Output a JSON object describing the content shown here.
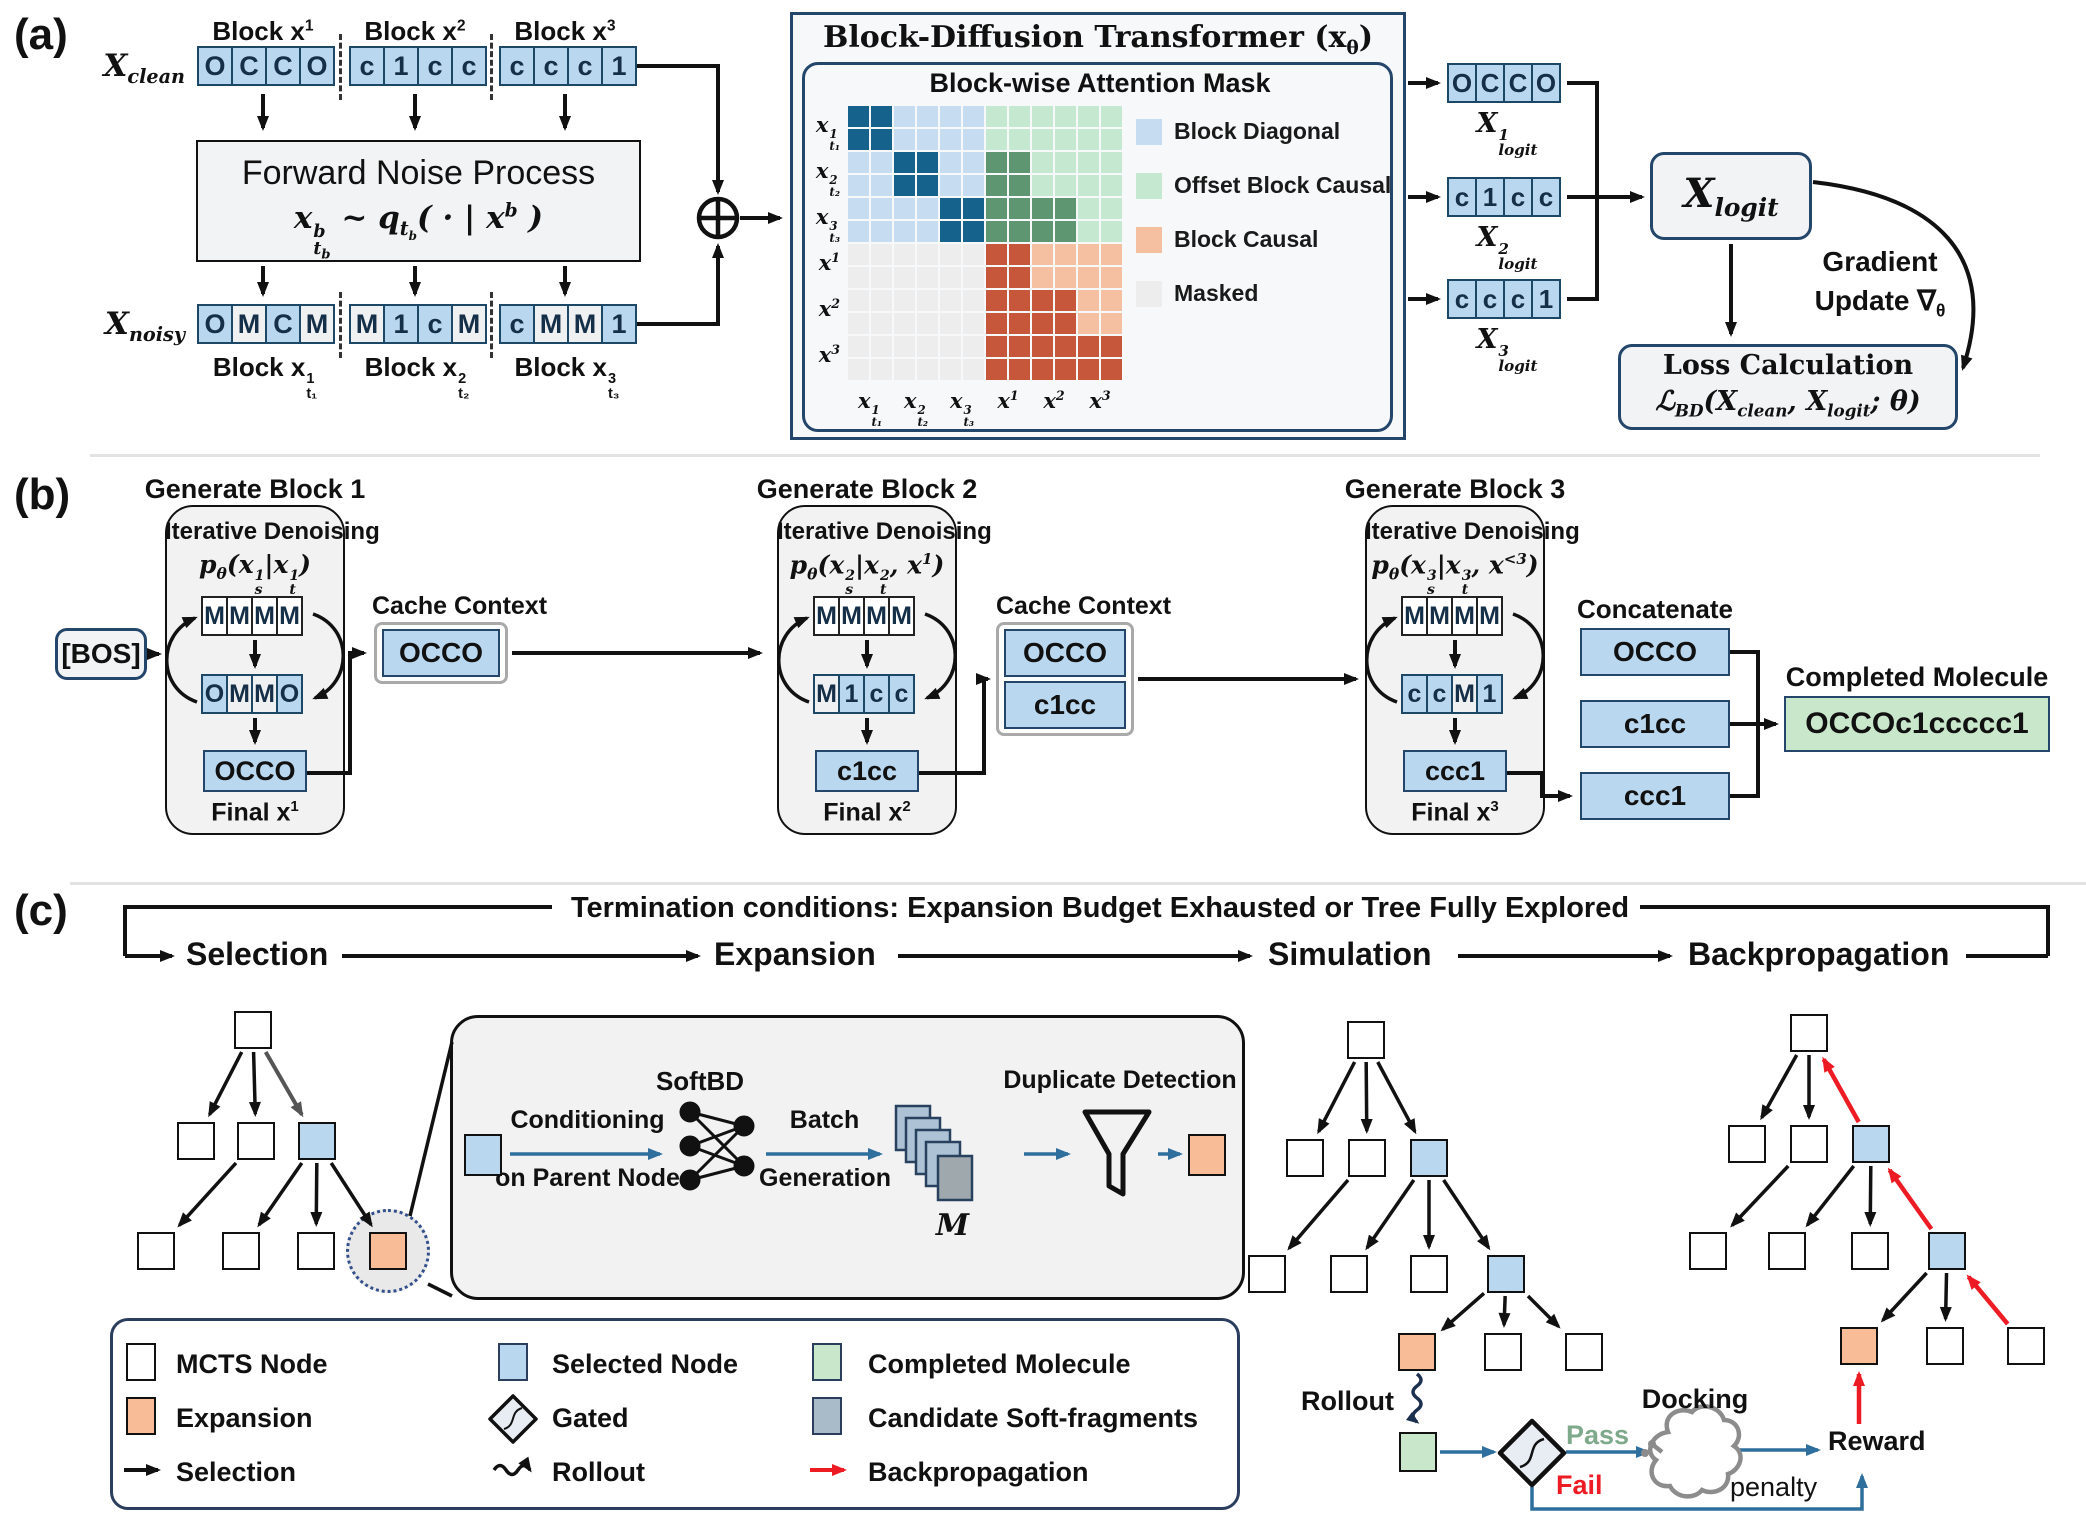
{
  "colors": {
    "cell_blue": "#b9d7ee",
    "cell_mask": "#eef0f1",
    "navy": "#24466b",
    "teal_arrow": "#2e6f9e",
    "red_arrow": "#ed1c24",
    "pass_green": "#7fa98b",
    "fail_red": "#ed1c24",
    "mask": {
      "D": "#15638d",
      "L": "#c6dcf1",
      "g": "#5f9672",
      "G": "#c5e8d0",
      "O": "#c7573a",
      "o": "#f5bfa2",
      "M": "#ededee"
    },
    "node_blue": "#b9d7ee",
    "node_orange": "#f8bd96",
    "node_green": "#c9e7cb",
    "candidate_slate": "#a9bac9"
  },
  "panel_a": {
    "label": "(a)",
    "x_clean": "X<sub>clean</sub>",
    "x_noisy": "X<sub>noisy</sub>",
    "clean_block_labels": [
      "Block x<sup>1</sup>",
      "Block x<sup>2</sup>",
      "Block x<sup>3</sup>"
    ],
    "noisy_block_labels": [
      "Block x<span class='ss'><span>1</span><span>t₁</span></span>",
      "Block x<span class='ss'><span>2</span><span>t₂</span></span>",
      "Block x<span class='ss'><span>3</span><span>t₃</span></span>"
    ],
    "clean_blocks": [
      [
        "O",
        "C",
        "C",
        "O"
      ],
      [
        "c",
        "1",
        "c",
        "c"
      ],
      [
        "c",
        "c",
        "c",
        "1"
      ]
    ],
    "noisy_blocks": [
      [
        "O",
        "M",
        "C",
        "M"
      ],
      [
        "M",
        "1",
        "c",
        "M"
      ],
      [
        "c",
        "M",
        "M",
        "1"
      ]
    ],
    "forward": {
      "line1": "Forward Noise Process",
      "line2": "x<span class='ss'><span>b</span><span>t<sub>b</sub></span></span> ~ q<sub>t<sub>b</sub></sub>( · | x<sup>b</sup> )"
    },
    "transformer": {
      "title": "Block-Diffusion Transformer (x<sub>θ</sub>)",
      "mask_title": "Block-wise Attention Mask",
      "row_labels": [
        "x<span class='ss'><span>1</span><span>t₁</span></span>",
        "x<span class='ss'><span>2</span><span>t₂</span></span>",
        "x<span class='ss'><span>3</span><span>t₃</span></span>",
        "x<sup>1</sup>",
        "x<sup>2</sup>",
        "x<sup>3</sup>"
      ],
      "col_labels": [
        "x<span class='ss'><span>1</span><span>t₁</span></span>",
        "x<span class='ss'><span>2</span><span>t₂</span></span>",
        "x<span class='ss'><span>3</span><span>t₃</span></span>",
        "x<sup>1</sup>",
        "x<sup>2</sup>",
        "x<sup>3</sup>"
      ],
      "legend": [
        {
          "label": "Block Diagonal",
          "color": "#c6dcf1"
        },
        {
          "label": "Offset Block Causal",
          "color": "#c5e8d0"
        },
        {
          "label": "Block Causal",
          "color": "#f5bfa2"
        },
        {
          "label": "Masked",
          "color": "#ededee"
        }
      ],
      "pattern": [
        [
          "D",
          "L",
          "L",
          "G",
          "G",
          "G"
        ],
        [
          "L",
          "D",
          "L",
          "g",
          "G",
          "G"
        ],
        [
          "L",
          "L",
          "D",
          "g",
          "g",
          "G"
        ],
        [
          "M",
          "M",
          "M",
          "O",
          "o",
          "o"
        ],
        [
          "M",
          "M",
          "M",
          "O",
          "O",
          "o"
        ],
        [
          "M",
          "M",
          "M",
          "O",
          "O",
          "O"
        ]
      ]
    },
    "logit_rows": [
      {
        "tokens": [
          "O",
          "C",
          "C",
          "O"
        ],
        "label": "X<span class='ss'><span>1</span><span>logit</span></span>"
      },
      {
        "tokens": [
          "c",
          "1",
          "c",
          "c"
        ],
        "label": "X<span class='ss'><span>2</span><span>logit</span></span>"
      },
      {
        "tokens": [
          "c",
          "c",
          "c",
          "1"
        ],
        "label": "X<span class='ss'><span>3</span><span>logit</span></span>"
      }
    ],
    "x_logit": "X<sub>logit</sub>",
    "gradient_l1": "Gradient",
    "gradient_l2": "Update ∇<sub>θ</sub>",
    "loss_l1": "Loss  Calculation",
    "loss_l2": "ℒ<sub>BD</sub>(X<sub>clean</sub>, X<sub>logit</sub>; θ)"
  },
  "panel_b": {
    "label": "(b)",
    "bos": "[BOS]",
    "blocks": [
      {
        "title": "Generate Block 1",
        "subtitle": "Iterative Denoising",
        "formula": "p<sub>θ</sub>(x<span class='ss'><span>1</span><span>s</span></span>|x<span class='ss'><span>1</span><span>t</span></span>)",
        "top_row": [
          "M",
          "M",
          "M",
          "M"
        ],
        "mid_row": [
          "O",
          "M",
          "M",
          "O"
        ],
        "final": "OCCO",
        "final_label": "Final x<sup>1</sup>"
      },
      {
        "title": "Generate Block 2",
        "subtitle": "Iterative Denoising",
        "formula": "p<sub>θ</sub>(x<span class='ss'><span>2</span><span>s</span></span>|x<span class='ss'><span>2</span><span>t</span></span>, x<sup>1</sup>)",
        "top_row": [
          "M",
          "M",
          "M",
          "M"
        ],
        "mid_row": [
          "M",
          "1",
          "c",
          "c"
        ],
        "final": "c1cc",
        "final_label": "Final x<sup>2</sup>"
      },
      {
        "title": "Generate Block 3",
        "subtitle": "Iterative Denoising",
        "formula": "p<sub>θ</sub>(x<span class='ss'><span>3</span><span>s</span></span>|x<span class='ss'><span>3</span><span>t</span></span>, x<sup>&lt;3</sup>)",
        "top_row": [
          "M",
          "M",
          "M",
          "M"
        ],
        "mid_row": [
          "c",
          "c",
          "M",
          "1"
        ],
        "final": "ccc1",
        "final_label": "Final x<sup>3</sup>"
      }
    ],
    "cache1": {
      "title": "Cache Context",
      "rows": [
        "OCCO"
      ]
    },
    "cache2": {
      "title": "Cache Context",
      "rows": [
        "OCCO",
        "c1cc"
      ]
    },
    "concat": {
      "title": "Concatenate",
      "rows": [
        "OCCO",
        "c1cc",
        "ccc1"
      ]
    },
    "completed": {
      "title": "Completed Molecule",
      "value": "OCCOc1ccccc1"
    }
  },
  "panel_c": {
    "label": "(c)",
    "termination": "Termination conditions: Expansion Budget Exhausted or Tree Fully Explored",
    "stages": [
      "Selection",
      "Expansion",
      "Simulation",
      "Backpropagation"
    ],
    "inset": {
      "cond1": "Conditioning",
      "cond2": "on Parent Node",
      "softbd": "SoftBD",
      "batch1": "Batch",
      "batch2": "Generation",
      "m": "M",
      "dup": "Duplicate Detection"
    },
    "sim": {
      "rollout": "Rollout",
      "pass": "Pass",
      "fail": "Fail",
      "docking": "Docking",
      "reward": "Reward",
      "penalty": "penalty"
    },
    "legend": [
      {
        "swatch": "white",
        "label": "MCTS Node"
      },
      {
        "swatch": "blue",
        "label": "Selected Node"
      },
      {
        "swatch": "green",
        "label": "Completed Molecule"
      },
      {
        "swatch": "orange",
        "label": "Expansion"
      },
      {
        "swatch": "diamond",
        "label": "Gated"
      },
      {
        "swatch": "slate",
        "label": "Candidate Soft-fragments"
      },
      {
        "swatch": "arrow-black",
        "label": "Selection"
      },
      {
        "swatch": "squiggle",
        "label": "Rollout"
      },
      {
        "swatch": "arrow-red",
        "label": "Backpropagation"
      }
    ],
    "trees": {
      "selection": {
        "nodes": [
          [
            253,
            1030,
            "w"
          ],
          [
            196,
            1141,
            "w"
          ],
          [
            256,
            1141,
            "w"
          ],
          [
            317,
            1141,
            "b"
          ],
          [
            156,
            1251,
            "w"
          ],
          [
            241,
            1251,
            "w"
          ],
          [
            316,
            1251,
            "w"
          ],
          [
            388,
            1251,
            "o"
          ]
        ],
        "edges": [
          [
            0,
            1,
            "k"
          ],
          [
            0,
            2,
            "k"
          ],
          [
            0,
            3,
            "g"
          ],
          [
            2,
            4,
            "k"
          ],
          [
            3,
            5,
            "k"
          ],
          [
            3,
            6,
            "k"
          ],
          [
            3,
            7,
            "k"
          ]
        ],
        "halo": 7
      },
      "simulation": {
        "nodes": [
          [
            1366,
            1040,
            "w"
          ],
          [
            1305,
            1158,
            "w"
          ],
          [
            1367,
            1158,
            "w"
          ],
          [
            1429,
            1158,
            "b"
          ],
          [
            1267,
            1274,
            "w"
          ],
          [
            1349,
            1274,
            "w"
          ],
          [
            1429,
            1274,
            "w"
          ],
          [
            1506,
            1274,
            "b"
          ],
          [
            1417,
            1352,
            "o"
          ],
          [
            1503,
            1352,
            "w"
          ],
          [
            1584,
            1352,
            "w"
          ]
        ],
        "edges": [
          [
            0,
            1,
            "k"
          ],
          [
            0,
            2,
            "k"
          ],
          [
            0,
            3,
            "k"
          ],
          [
            2,
            4,
            "k"
          ],
          [
            3,
            5,
            "k"
          ],
          [
            3,
            6,
            "k"
          ],
          [
            3,
            7,
            "k"
          ],
          [
            7,
            8,
            "k"
          ],
          [
            7,
            9,
            "k"
          ],
          [
            7,
            10,
            "k"
          ]
        ]
      },
      "backprop": {
        "nodes": [
          [
            1809,
            1033,
            "w"
          ],
          [
            1747,
            1144,
            "w"
          ],
          [
            1809,
            1144,
            "w"
          ],
          [
            1871,
            1144,
            "b"
          ],
          [
            1708,
            1251,
            "w"
          ],
          [
            1787,
            1251,
            "w"
          ],
          [
            1870,
            1251,
            "w"
          ],
          [
            1947,
            1251,
            "b"
          ],
          [
            1859,
            1346,
            "o"
          ],
          [
            1945,
            1346,
            "w"
          ],
          [
            2026,
            1346,
            "w"
          ]
        ],
        "edges": [
          [
            0,
            1,
            "k"
          ],
          [
            0,
            2,
            "k"
          ],
          [
            2,
            4,
            "k"
          ],
          [
            3,
            5,
            "k"
          ],
          [
            3,
            6,
            "k"
          ],
          [
            7,
            8,
            "k"
          ],
          [
            7,
            9,
            "k"
          ],
          [
            3,
            0,
            "r"
          ],
          [
            7,
            3,
            "r"
          ],
          [
            10,
            7,
            "r"
          ]
        ]
      }
    }
  }
}
